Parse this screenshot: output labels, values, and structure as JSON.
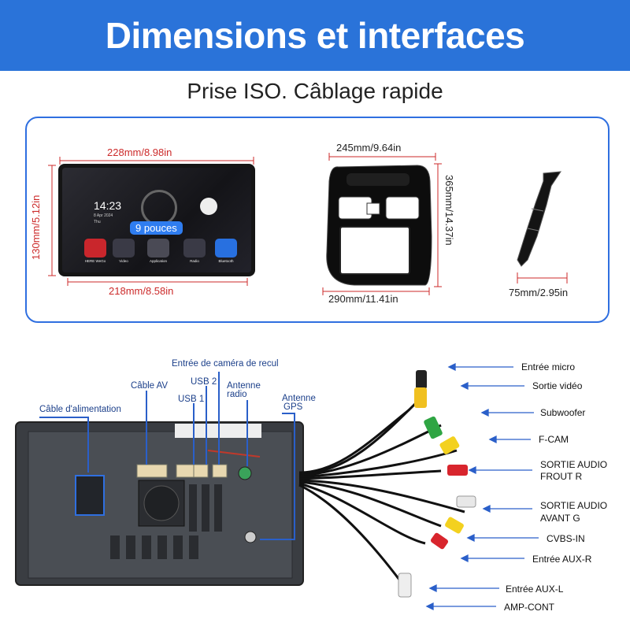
{
  "header": {
    "title": "Dimensions et interfaces"
  },
  "subtitle": "Prise ISO. Câblage rapide",
  "dimensions": {
    "radio_top": "228mm/8.98in",
    "radio_side": "130mm/5.12in",
    "radio_bottom": "218mm/8.58in",
    "frame_top": "245mm/9.64in",
    "frame_side": "365mm/14.37in",
    "frame_bottom": "290mm/11.41in",
    "bracket": "75mm/2.95in"
  },
  "screen": {
    "time": "14:23",
    "date": "8 Apr 2024",
    "day": "Thu",
    "size_badge": "9 pouces",
    "apps": [
      "HERE WeGo",
      "Video",
      "Application",
      "Radio",
      "Bluetooth"
    ]
  },
  "back_labels": {
    "power": "Câble d'alimentation",
    "av": "Câble AV",
    "usb1": "USB 1",
    "usb2": "USB 2",
    "camera": "Entrée de caméra de recul",
    "radio_antenna_1": "Antenne",
    "radio_antenna_2": "radio",
    "gps_antenna_1": "Antenne",
    "gps_antenna_2": "GPS"
  },
  "cable_labels": {
    "mic": "Entrée micro",
    "video_out": "Sortie vidéo",
    "subwoofer": "Subwoofer",
    "fcam": "F-CAM",
    "front_r_1": "SORTIE AUDIO",
    "front_r_2": "FROUT R",
    "front_l_1": "SORTIE AUDIO",
    "front_l_2": "AVANT G",
    "cvbs": "CVBS-IN",
    "aux_r": "Entrée AUX-R",
    "aux_l": "Entrée AUX-L",
    "amp": "AMP-CONT"
  },
  "colors": {
    "banner": "#2a73d9",
    "dim_red": "#cc2a2a",
    "box_border": "#2f6fe0",
    "arrow": "#2a5fc9"
  }
}
